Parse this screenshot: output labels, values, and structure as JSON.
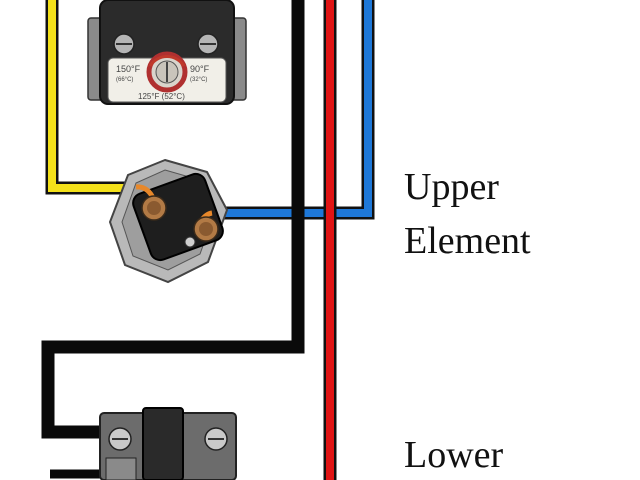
{
  "labels": {
    "upper_element_line1": "Upper",
    "upper_element_line2": "Element",
    "lower": "Lower"
  },
  "thermostat_dial": {
    "left_mark": "150°F",
    "left_mark_sub": "(66°C)",
    "right_mark": "90°F",
    "right_mark_sub": "(32°C)",
    "bottom_mark": "125°F (52°C)"
  },
  "wire_colors": {
    "yellow": "#f4e11a",
    "black": "#0a0a0a",
    "red": "#e01414",
    "blue": "#1e78d8",
    "orange": "#e8882a"
  }
}
